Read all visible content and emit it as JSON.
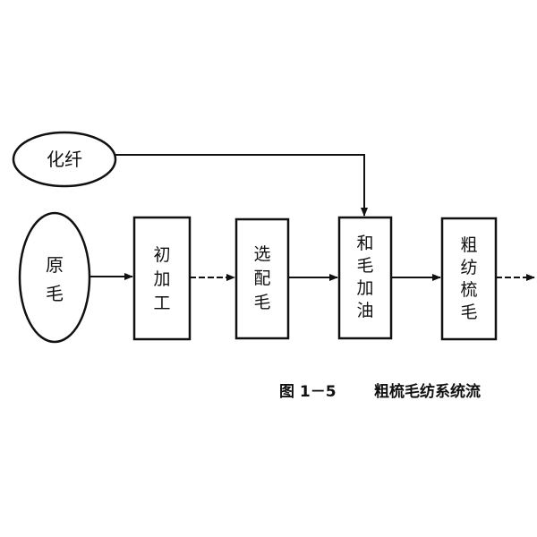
{
  "diagram": {
    "nodes": {
      "synthetic_fiber": "化纤",
      "raw_wool": [
        "原",
        "毛"
      ],
      "preliminary_processing": [
        "初",
        "加",
        "工"
      ],
      "wool_blending_selection": [
        "选",
        "配",
        "毛"
      ],
      "blending_oiling": [
        "和",
        "毛",
        "加",
        "油"
      ],
      "carding": [
        "粗",
        "纺",
        "梳",
        "毛"
      ]
    },
    "caption": {
      "label": "图 1－5",
      "title": "粗梳毛纺系统流"
    }
  },
  "colors": {
    "ink": "#111111",
    "background": "#ffffff"
  }
}
